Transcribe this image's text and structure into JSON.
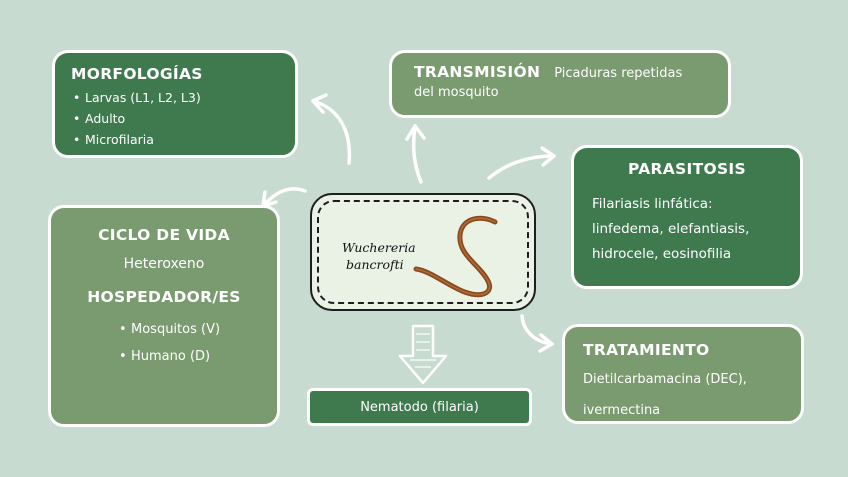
{
  "center": {
    "name_line1": "Wuchereria",
    "name_line2": "bancrofti"
  },
  "morfologias": {
    "title": "MORFOLOGÍAS",
    "items": [
      "Larvas  (L1, L2, L3)",
      "Adulto",
      "Microfilaria"
    ]
  },
  "transmision": {
    "title": "TRANSMISIÓN",
    "text_part1": "Picaduras repetidas",
    "text_part2": "del mosquito"
  },
  "parasitosis": {
    "title": "PARASITOSIS",
    "line1": "Filariasis linfática:",
    "line2": "linfedema, elefantiasis,",
    "line3": "hidrocele, eosinofilia"
  },
  "ciclo": {
    "title": "CICLO DE VIDA",
    "subtitle": "Heteroxeno",
    "hosp_title": "HOSPEDADOR/ES",
    "items": [
      "Mosquitos (V)",
      "Humano (D)"
    ]
  },
  "tratamiento": {
    "title": "TRATAMIENTO",
    "line1": "Dietilcarbamacina (DEC),",
    "line2": "ivermectina"
  },
  "nematodo": {
    "label": "Nematodo (filaria)"
  },
  "colors": {
    "background": "#c8dbd0",
    "dark_box": "#3f7a4f",
    "light_box": "#7a9a6f",
    "worm": "#8a4a1f"
  }
}
